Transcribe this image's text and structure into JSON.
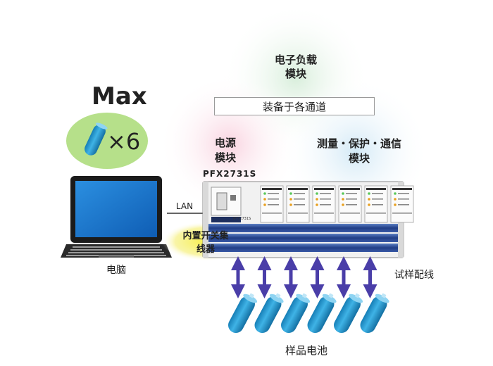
{
  "badge": {
    "title": "Max",
    "multiplier": "×6"
  },
  "modules": {
    "load_line1": "电子负载",
    "load_line2": "模块",
    "power_line1": "电源",
    "power_line2": "模块",
    "measure_line1": "测量・保护・通信",
    "measure_line2": "模块",
    "per_channel_note": "装备于各通道"
  },
  "device": {
    "model": "PFX2731S",
    "faceplate_model": "PFX2731S"
  },
  "connection": {
    "lan": "LAN",
    "pc": "电脑",
    "switch_line1": "内置开关集",
    "switch_line2": "线器",
    "test_wiring": "试样配线",
    "sample_batteries": "样品电池"
  },
  "layout_counts": {
    "battery_count": 6,
    "channel_slots": 6
  },
  "colors": {
    "load_circle": "#cfe8d4",
    "power_circle": "#f6cfdc",
    "measure_circle": "#cfe6f4",
    "badge_green": "#b6e08a",
    "battery_blue": "#1f8fc4",
    "arrow_purple": "#4a3ea8",
    "switch_yellow": "#f4ec58",
    "device_blue": "#2a4a8c"
  }
}
